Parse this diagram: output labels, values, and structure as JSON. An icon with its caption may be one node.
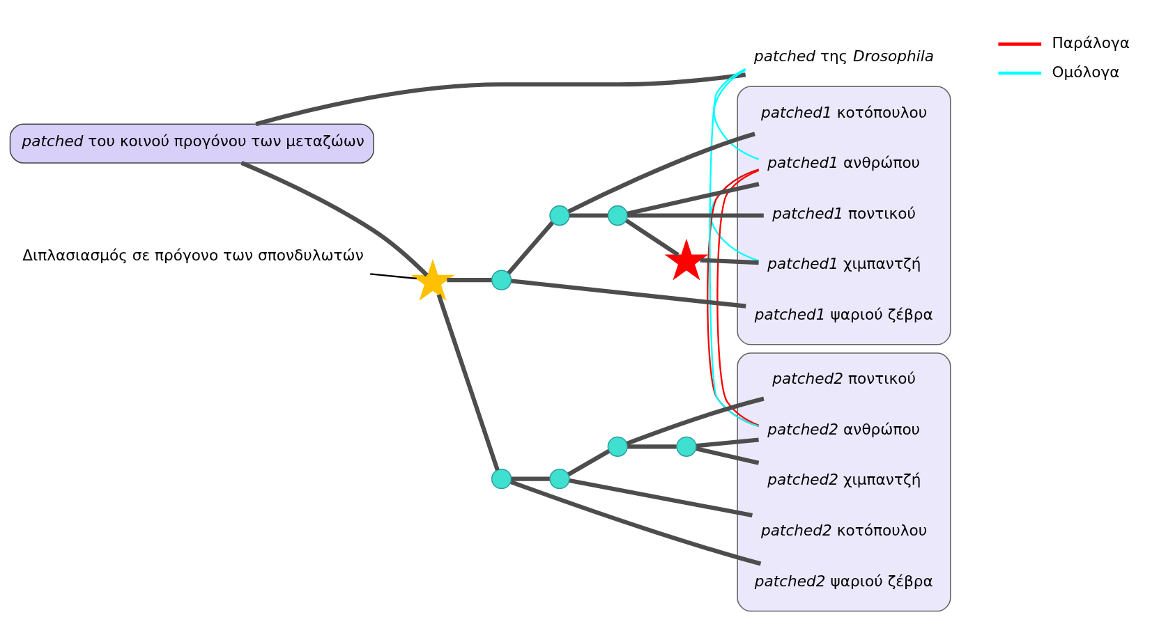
{
  "diagram": {
    "nodes": [
      {
        "text": [
          "*patched* του κοινού προγόνου των μεταζώων"
        ]
      },
      {
        "text": [],
        "shape": "box"
      },
      {
        "text": [
          "*patched1* ανθρώπου"
        ],
        "in": 1
      },
      {
        "text": [
          "*patched1* χιμπαντζή"
        ],
        "in": 1
      },
      {
        "text": [
          "*patched1* ποντικού"
        ],
        "in": 1
      },
      {
        "text": [
          "*patched1* κοτόπουλου"
        ],
        "in": 1
      },
      {
        "text": [
          "*patched1* ψαριού ζέβρα"
        ],
        "in": 1
      },
      {
        "text": [],
        "shape": "box"
      },
      {
        "text": [
          "*patched2* ψαριού ζέβρα"
        ],
        "in": 7
      },
      {
        "text": [
          "*patched2* κοτόπουλου"
        ],
        "in": 7
      },
      {
        "text": [
          "*patched2* ποντικού"
        ],
        "in": 7
      },
      {
        "text": [
          "*patched2* χιμπαντζή"
        ],
        "in": 7
      },
      {
        "text": [
          "*patched2* ανθρώπου"
        ],
        "in": 7
      },
      {
        "text": [
          "*patched* της *Drosophila*"
        ]
      },
      {
        "text": [
          "Διπλασιασμός σε πρόγονο των σπονδυλωτών"
        ]
      },
      {
        "text": [],
        "shape": "star"
      },
      {
        "text": [],
        "shape": "circle"
      },
      {
        "text": [],
        "shape": "circle"
      },
      {
        "text": [],
        "shape": "circle"
      },
      {
        "text": [],
        "shape": "star"
      },
      {
        "text": [],
        "shape": "circle"
      },
      {
        "text": [],
        "shape": "circle"
      },
      {
        "text": [],
        "shape": "circle"
      },
      {
        "text": [],
        "shape": "circle"
      }
    ],
    "edges": [
      {
        "from": 0,
        "to": 15,
        "arrow": "none"
      },
      {
        "from": 0,
        "to": 13,
        "arrow": "none"
      },
      {
        "from": 15,
        "to": 16,
        "arrow": "none"
      },
      {
        "from": 16,
        "to": 17,
        "arrow": "none"
      },
      {
        "from": 17,
        "to": 18,
        "arrow": "none"
      },
      {
        "from": 18,
        "to": 2,
        "arrow": "none"
      },
      {
        "from": 18,
        "to": 19,
        "arrow": "none"
      },
      {
        "from": 19,
        "to": 3,
        "arrow": "none"
      },
      {
        "from": 18,
        "to": 4,
        "arrow": "none"
      },
      {
        "from": 17,
        "to": 5,
        "arrow": "none"
      },
      {
        "from": 16,
        "to": 6,
        "arrow": "none"
      },
      {
        "from": 15,
        "to": 20,
        "arrow": "none"
      },
      {
        "from": 20,
        "to": 21,
        "arrow": "none"
      },
      {
        "from": 21,
        "to": 22,
        "arrow": "none"
      },
      {
        "from": 22,
        "to": 23,
        "arrow": "none"
      },
      {
        "from": 23,
        "to": 12,
        "arrow": "none"
      },
      {
        "from": 20,
        "to": 8,
        "arrow": "none"
      },
      {
        "from": 21,
        "to": 9,
        "arrow": "none"
      },
      {
        "from": 22,
        "to": 10,
        "arrow": "none"
      },
      {
        "from": 23,
        "to": 11,
        "arrow": "none"
      },
      {
        "from": 14,
        "to": 15,
        "arrow": "none",
        "color": "#000000"
      },
      {
        "from": 2,
        "to": 3,
        "arrow": "none",
        "color": "#00ffff"
      },
      {
        "from": 2,
        "to": 12,
        "arrow": "none",
        "color": "#ff0000"
      },
      {
        "from": 2,
        "to": 13,
        "arrow": "none",
        "color": "#00ffff"
      },
      {
        "from": 12,
        "to": 13,
        "arrow": "none",
        "color": "#00ffff"
      }
    ],
    "legend": [
      {
        "text": "Παράλογα",
        "color": "#ff0000"
      },
      {
        "text": "Ομόλογα",
        "color": "#00ffff"
      }
    ]
  }
}
